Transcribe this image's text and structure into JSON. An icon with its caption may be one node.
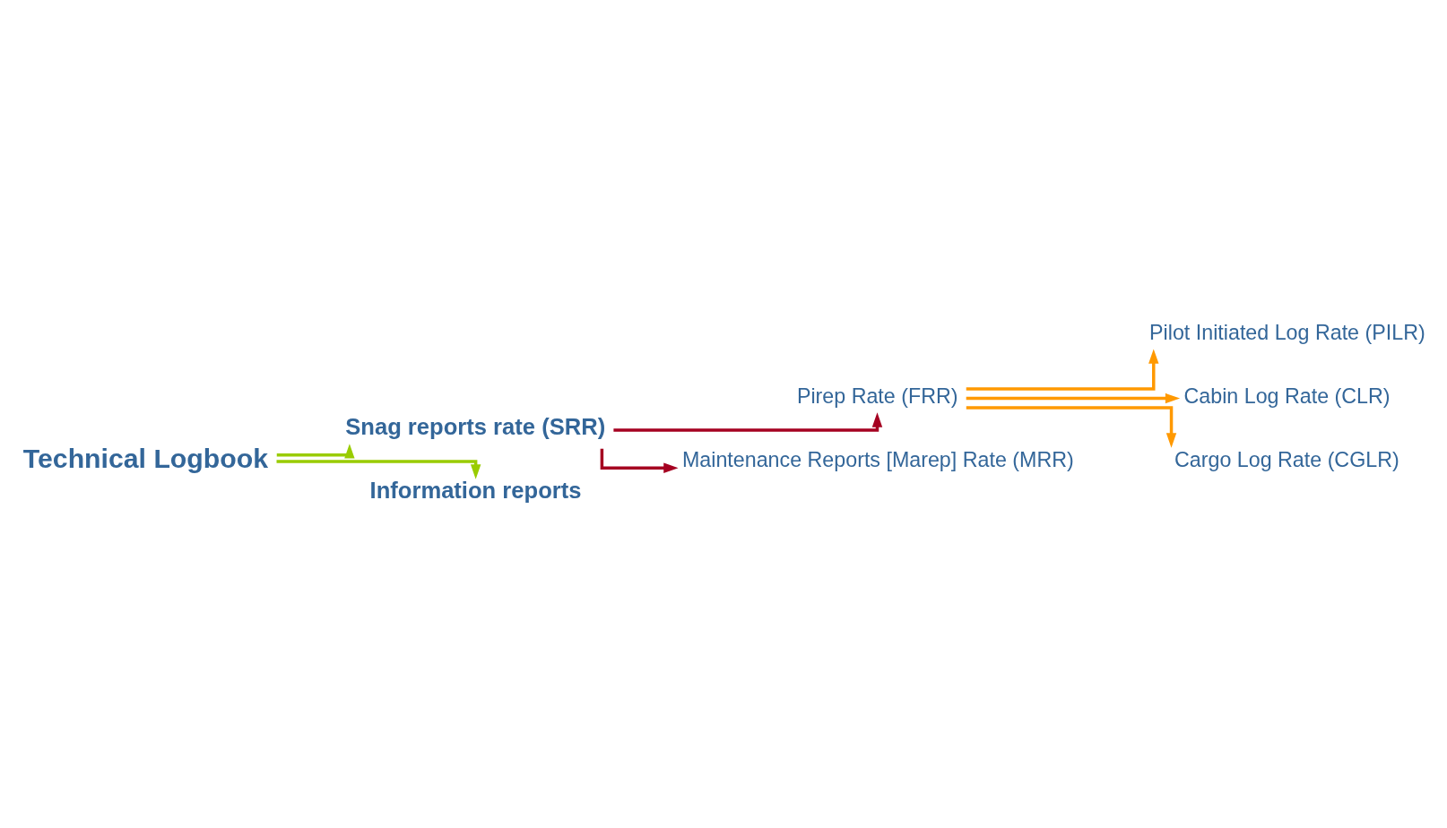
{
  "diagram": {
    "nodes": [
      {
        "text": [
          "Technical Logbook"
        ]
      },
      {
        "text": [
          "Snag reports rate (SRR)"
        ]
      },
      {
        "text": [
          "Pirep Rate (FRR)"
        ]
      },
      {
        "text": [
          "Pilot Initiated Log Rate (PILR)"
        ]
      },
      {
        "text": [
          "Cabin Log Rate (CLR)"
        ]
      },
      {
        "text": [
          "Cargo Log Rate (CGLR)"
        ]
      },
      {
        "text": [
          "Maintenance Reports [Marep] Rate (MRR)"
        ]
      },
      {
        "text": [
          "Information reports"
        ]
      }
    ],
    "edges": [
      {
        "from": 0,
        "to": 1,
        "arrow": "to",
        "color": "#99cc00"
      },
      {
        "from": 0,
        "to": 7,
        "arrow": "to",
        "color": "#99cc00"
      },
      {
        "from": 1,
        "to": 2,
        "arrow": "to",
        "color": "#a50021"
      },
      {
        "from": 1,
        "to": 6,
        "arrow": "to",
        "color": "#a50021"
      },
      {
        "from": 2,
        "to": 3,
        "arrow": "to",
        "color": "#ff9900"
      },
      {
        "from": 2,
        "to": 4,
        "arrow": "to",
        "color": "#ff9900"
      },
      {
        "from": 2,
        "to": 5,
        "arrow": "to",
        "color": "#ff9900"
      }
    ]
  }
}
